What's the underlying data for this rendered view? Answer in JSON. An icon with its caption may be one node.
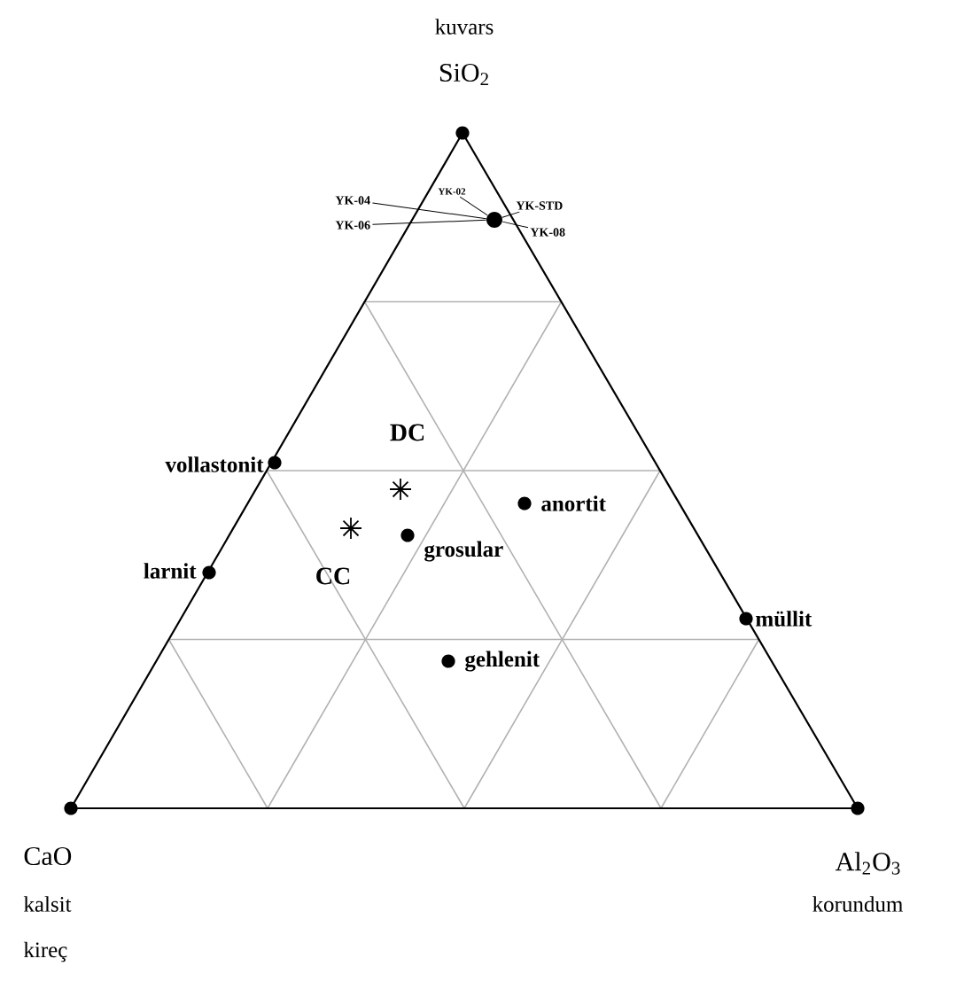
{
  "diagram": {
    "nodes": [
      {
        "text": [
          "YK-04"
        ]
      },
      {
        "text": [
          "YK-02"
        ]
      },
      {
        "text": [
          "YK-06"
        ]
      },
      {
        "text": [
          "YK-STD"
        ]
      },
      {
        "text": [
          "YK-08"
        ]
      },
      {
        "text": [],
        "shape": "circle"
      }
    ],
    "edges": [
      {
        "from": 0,
        "to": 5,
        "arrow": "none"
      },
      {
        "from": 1,
        "to": 5,
        "arrow": "none"
      },
      {
        "from": 2,
        "to": 5,
        "arrow": "none"
      },
      {
        "from": 3,
        "to": 5,
        "arrow": "none"
      },
      {
        "from": 4,
        "to": 5,
        "arrow": "none"
      }
    ],
    "labels": [
      "kuvars",
      "SiO$_{2}$",
      "DC",
      "vollastonit",
      "anortit",
      "larnit",
      "CC",
      "grosular",
      "müllit",
      "gehlenit",
      "CaO",
      "Al$_{2}$O$_{3}$",
      "kalsit",
      "korundum",
      "kireç"
    ]
  }
}
